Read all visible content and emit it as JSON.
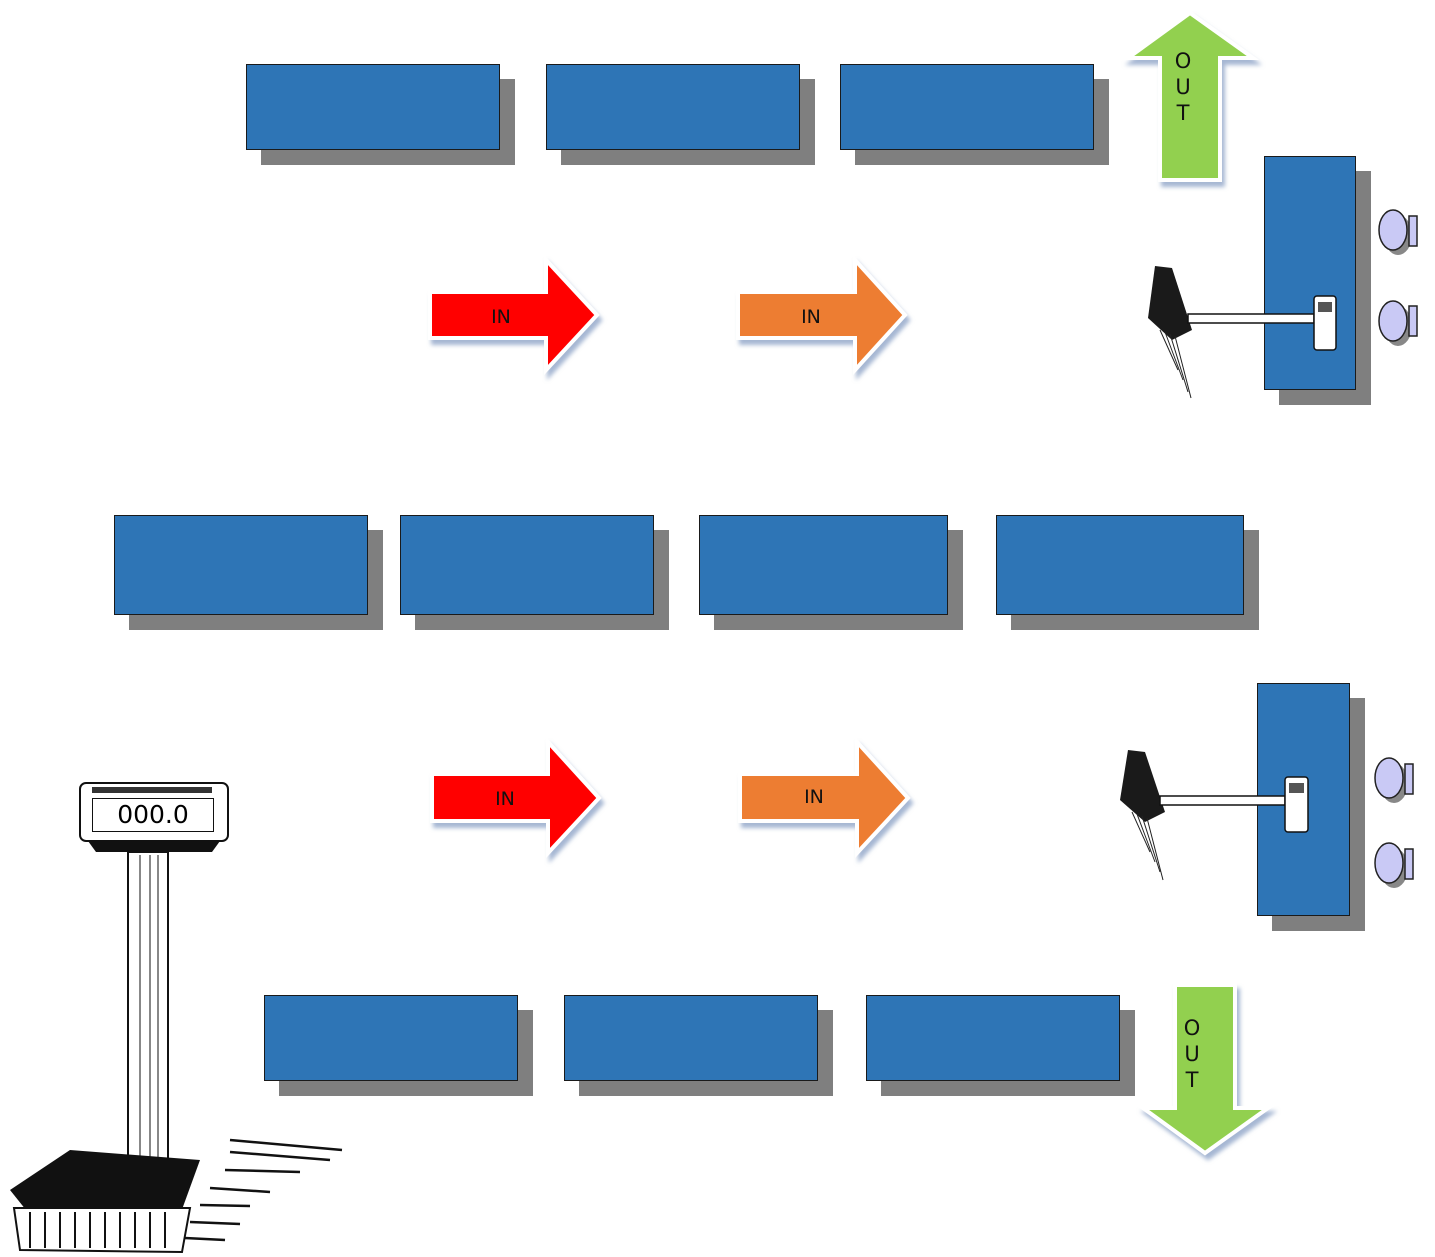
{
  "colors": {
    "box_fill": "#2e75b6",
    "box_shadow": "#7f7f7f",
    "in_arrow_red": "#ff0000",
    "in_arrow_orange": "#ed7d31",
    "out_arrow_green": "#92d050"
  },
  "top_section": {
    "in_arrow_1": {
      "label": "IN",
      "color": "red"
    },
    "in_arrow_2": {
      "label": "IN",
      "color": "orange"
    },
    "out_arrow": {
      "letters": [
        "O",
        "U",
        "T"
      ],
      "direction": "up"
    },
    "workstation": {
      "icons": [
        "barcode-scanner-icon",
        "handheld-device-icon",
        "stool-icon",
        "stool-icon"
      ]
    }
  },
  "bottom_section": {
    "in_arrow_1": {
      "label": "IN",
      "color": "red"
    },
    "in_arrow_2": {
      "label": "IN",
      "color": "orange"
    },
    "out_arrow": {
      "letters": [
        "O",
        "U",
        "T"
      ],
      "direction": "down"
    },
    "workstation": {
      "icons": [
        "barcode-scanner-icon",
        "handheld-device-icon",
        "stool-icon",
        "stool-icon"
      ]
    }
  },
  "scale": {
    "readout": "000.0",
    "icon": "weighing-scale-icon"
  }
}
